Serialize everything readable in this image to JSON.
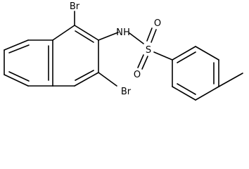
{
  "molecule": {
    "atoms": {
      "br_top": "Br",
      "br_bottom": "Br",
      "nh": "N",
      "h": "H",
      "s": "S",
      "o_top": "O",
      "o_bottom": "O"
    }
  }
}
